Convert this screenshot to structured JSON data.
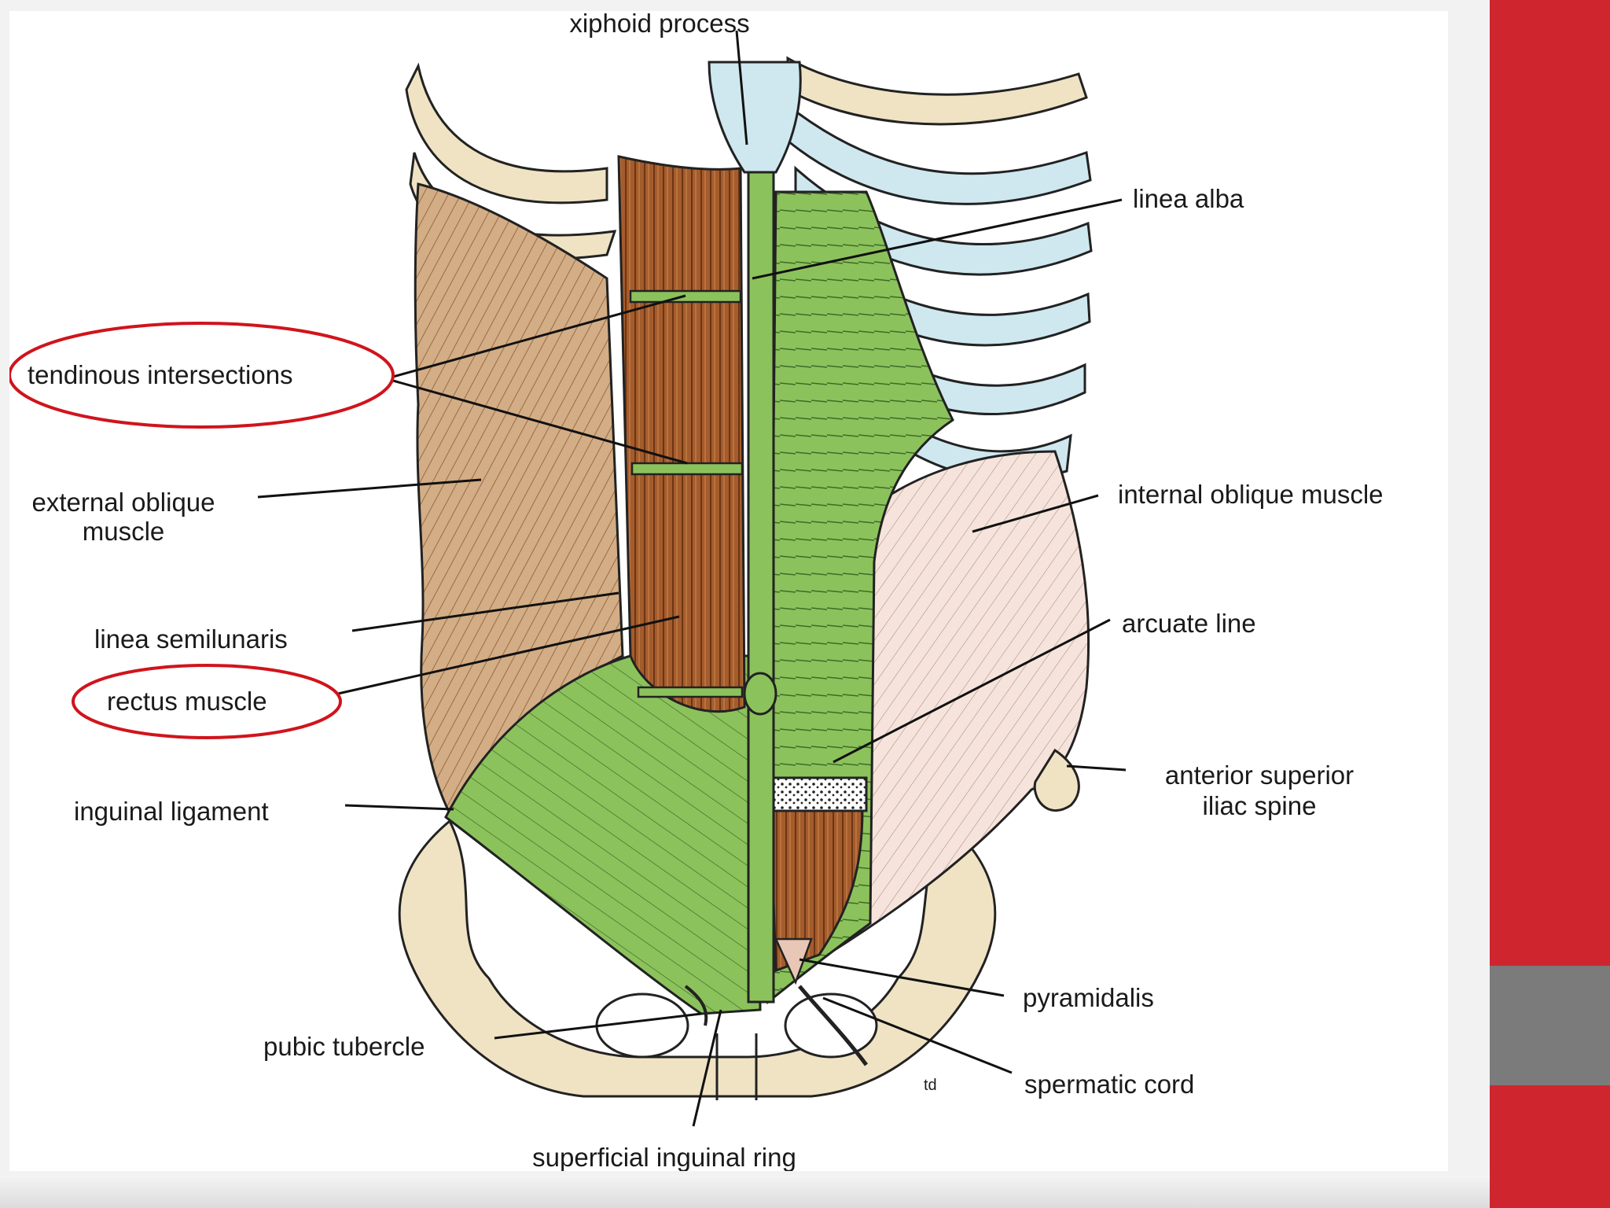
{
  "labels": {
    "xiphoid_process": "xiphoid process",
    "linea_alba": "linea alba",
    "tendinous_intersections": "tendinous intersections",
    "external_oblique_line1": "external oblique",
    "external_oblique_line2": "muscle",
    "internal_oblique": "internal oblique muscle",
    "linea_semilunaris": "linea semilunaris",
    "arcuate_line": "arcuate line",
    "rectus_muscle": "rectus muscle",
    "asis_line1": "anterior superior",
    "asis_line2": "iliac spine",
    "inguinal_ligament": "inguinal ligament",
    "pyramidalis": "pyramidalis",
    "pubic_tubercle": "pubic tubercle",
    "spermatic_cord": "spermatic cord",
    "superficial_inguinal_ring": "superficial inguinal ring",
    "artist_mark": "td"
  },
  "highlights": [
    "tendinous intersections",
    "rectus muscle"
  ],
  "colors": {
    "accent_band": "#cf252f",
    "secondary_band": "#7b7b7b",
    "highlight_ring": "#d0141c",
    "sheath_green": "#8cc25c",
    "rectus_brown": "#a0582a",
    "external_oblique_tan": "#cfa882",
    "internal_oblique_pink": "#f5e1da",
    "rib_cartilage_blue": "#cfe8f0",
    "bone_cream": "#efe3c4"
  }
}
